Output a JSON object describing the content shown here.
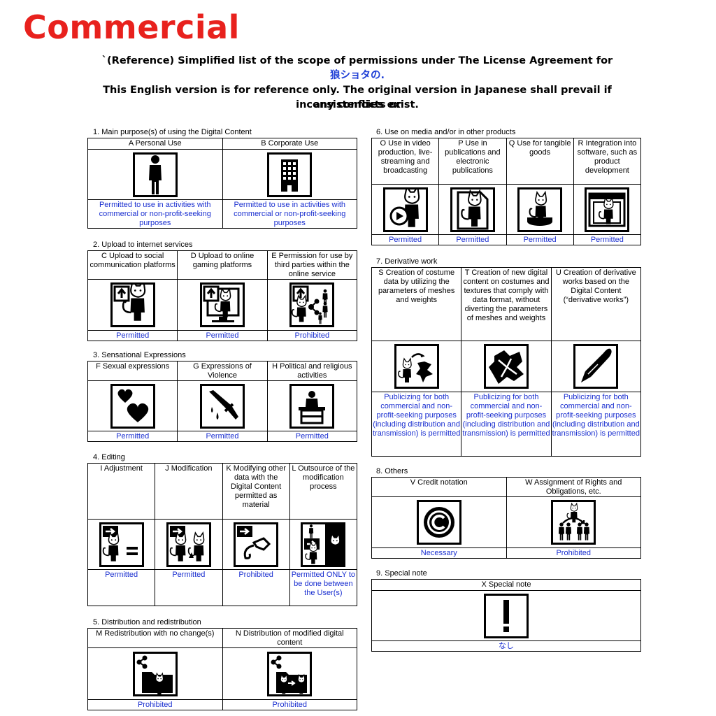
{
  "title": "Commercial",
  "header": {
    "line1": "`(Reference) Simplified list of the scope of permissions under The License Agreement for",
    "line2": "狼ショタの.",
    "line3": "This English version is for reference only. The original version in Japanese shall prevail if any conflicts or",
    "line4": "inconsistencies exist."
  },
  "sections": {
    "s1": {
      "title": "1. Main purpose(s) of using the Digital Content",
      "items": [
        {
          "label": "A Personal Use",
          "status": "Permitted to use in activities with commercial or non-profit-seeking purposes",
          "icon": "person-icon"
        },
        {
          "label": "B  Corporate Use",
          "status": "Permitted to use in activities with commercial or non-profit-seeking purposes",
          "icon": "building-icon"
        }
      ]
    },
    "s2": {
      "title": "2. Upload to internet services",
      "items": [
        {
          "label": "C Upload to social communication platforms",
          "status": "Permitted",
          "icon": "upload-social-icon"
        },
        {
          "label": "D Upload to online gaming platforms",
          "status": "Permitted",
          "icon": "upload-gaming-icon"
        },
        {
          "label": "E Permission for use by third parties within the online service",
          "status": "Prohibited",
          "icon": "third-party-share-icon"
        }
      ]
    },
    "s3": {
      "title": "3. Sensational Expressions",
      "items": [
        {
          "label": "F Sexual expressions",
          "status": "Permitted",
          "icon": "hearts-icon"
        },
        {
          "label": "G Expressions of Violence",
          "status": "Permitted",
          "icon": "knife-icon"
        },
        {
          "label": "H Political and religious activities",
          "status": "Permitted",
          "icon": "podium-icon"
        }
      ]
    },
    "s4": {
      "title": "4. Editing",
      "items": [
        {
          "label": "I Adjustment",
          "status": "Permitted",
          "icon": "adjustment-icon"
        },
        {
          "label": "J Modification",
          "status": "Permitted",
          "icon": "modification-icon"
        },
        {
          "label": "K Modifying other data with the Digital Content permitted as material",
          "status": "Prohibited",
          "icon": "material-icon"
        },
        {
          "label": "L Outsource of the modification process",
          "status": "Permitted ONLY to be done between the User(s)",
          "icon": "outsource-icon"
        }
      ]
    },
    "s5": {
      "title": "5. Distribution and redistribution",
      "items": [
        {
          "label": "M Redistribution with no change(s)",
          "status": "Prohibited",
          "icon": "redistribution-icon"
        },
        {
          "label": "N Distribution of modified digital content",
          "status": "Prohibited",
          "icon": "modified-distribution-icon"
        }
      ]
    },
    "s6": {
      "title": "6. Use on media and/or in other products",
      "items": [
        {
          "label": "O Use in video production, live-streaming and broadcasting",
          "status": "Permitted",
          "icon": "video-icon"
        },
        {
          "label": "P Use in publications and electronic publications",
          "status": "Permitted",
          "icon": "publication-icon"
        },
        {
          "label": "Q Use for tangible goods",
          "status": "Permitted",
          "icon": "tangible-goods-icon"
        },
        {
          "label": "R Integration into software, such as product development",
          "status": "Permitted",
          "icon": "software-icon"
        }
      ]
    },
    "s7": {
      "title": "7. Derivative work",
      "items": [
        {
          "label": "S Creation of costume data by utilizing the parameters of meshes and weights",
          "status": "Publicizing for both commercial and non-profit-seeking purposes (including distribution and transmission) is permitted",
          "icon": "costume-icon"
        },
        {
          "label": "T Creation of new digital content on costumes and textures that comply with data format, without diverting the parameters of meshes and weights",
          "status": "Publicizing for both commercial and non-profit-seeking purposes (including distribution and transmission) is permitted",
          "icon": "texture-icon"
        },
        {
          "label": "U Creation of derivative works based on the Digital Content (“derivative works”)",
          "status": "Publicizing for both commercial and non-profit-seeking purposes (including distribution and transmission) is permitted",
          "icon": "pen-icon"
        }
      ]
    },
    "s8": {
      "title": "8. Others",
      "items": [
        {
          "label": "V Credit notation",
          "status": "Necessary",
          "icon": "copyright-icon"
        },
        {
          "label": "W Assignment of Rights and Obligations, etc.",
          "status": "Prohibited",
          "icon": "assignment-icon"
        }
      ]
    },
    "s9": {
      "title": "9. Special note",
      "items": [
        {
          "label": "X Special note",
          "status": "なし",
          "icon": "exclamation-icon"
        }
      ]
    }
  }
}
